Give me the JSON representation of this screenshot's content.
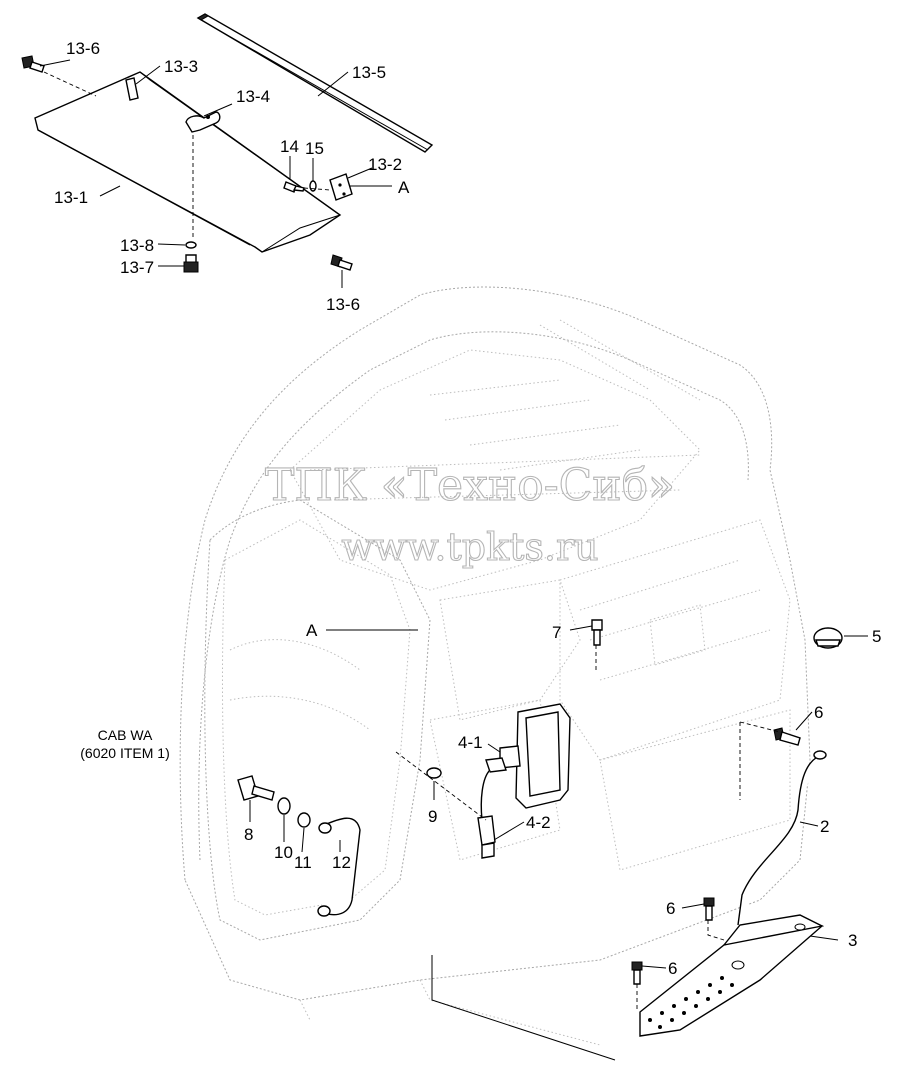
{
  "watermark": {
    "line1": "ТПК «Техно-Сиб»",
    "line2": "www.tpkts.ru"
  },
  "callouts": {
    "c13_6_top": "13-6",
    "c13_3": "13-3",
    "c13_5": "13-5",
    "c13_4": "13-4",
    "c14": "14",
    "c15": "15",
    "c13_2": "13-2",
    "cA_top": "A",
    "c13_1": "13-1",
    "c13_8": "13-8",
    "c13_7": "13-7",
    "c13_6_bottom": "13-6",
    "cA_mid": "A",
    "c7": "7",
    "c5": "5",
    "c6_a": "6",
    "c4_1": "4-1",
    "c2": "2",
    "c9": "9",
    "c4_2": "4-2",
    "c8": "8",
    "c10": "10",
    "c11": "11",
    "c12": "12",
    "c6_b": "6",
    "c3": "3",
    "c6_c": "6"
  },
  "cab_label": {
    "line1": "CAB WA",
    "line2": "(6020 ITEM 1)"
  }
}
